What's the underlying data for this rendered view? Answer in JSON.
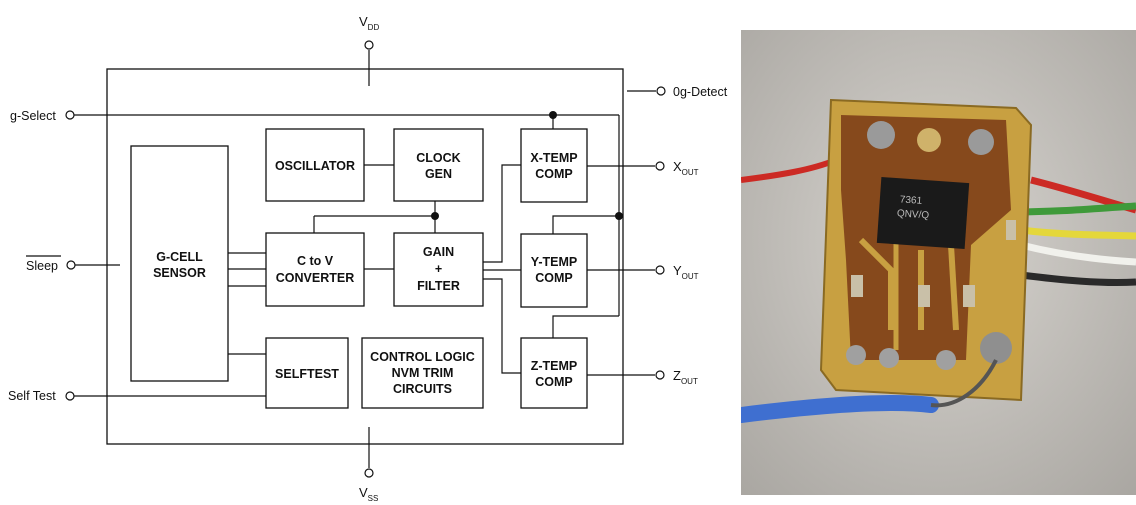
{
  "diagram": {
    "pins": {
      "vdd": "V",
      "vdd_sub": "DD",
      "vss": "V",
      "vss_sub": "SS",
      "g_select": "g-Select",
      "sleep": "Sleep",
      "self_test": "Self Test",
      "og_detect": "0g-Detect",
      "xout": "X",
      "xout_sub": "OUT",
      "yout": "Y",
      "yout_sub": "OUT",
      "zout": "Z",
      "zout_sub": "OUT"
    },
    "blocks": {
      "gcell": [
        "G-CELL",
        "SENSOR"
      ],
      "oscillator": [
        "OSCILLATOR"
      ],
      "clockgen": [
        "CLOCK",
        "GEN"
      ],
      "ctov": [
        "C to V",
        "CONVERTER"
      ],
      "gain": [
        "GAIN",
        "+",
        "FILTER"
      ],
      "selftest": [
        "SELFTEST"
      ],
      "control": [
        "CONTROL LOGIC",
        "NVM TRIM",
        "CIRCUITS"
      ],
      "xtemp": [
        "X-TEMP",
        "COMP"
      ],
      "ytemp": [
        "Y-TEMP",
        "COMP"
      ],
      "ztemp": [
        "Z-TEMP",
        "COMP"
      ]
    }
  },
  "photo": {
    "chip_marking": [
      "7361",
      "QNV/Q"
    ],
    "colors": {
      "background": "#c9c6c0",
      "board": "#c8a041",
      "copper": "#7a3a16",
      "chip": "#1a1a1a",
      "wire_blue": "#3f6fd0",
      "wire_red": "#cc2a24",
      "wire_green": "#3f9a3a",
      "wire_yellow": "#e4d73a",
      "wire_white": "#f1f1ec"
    }
  }
}
